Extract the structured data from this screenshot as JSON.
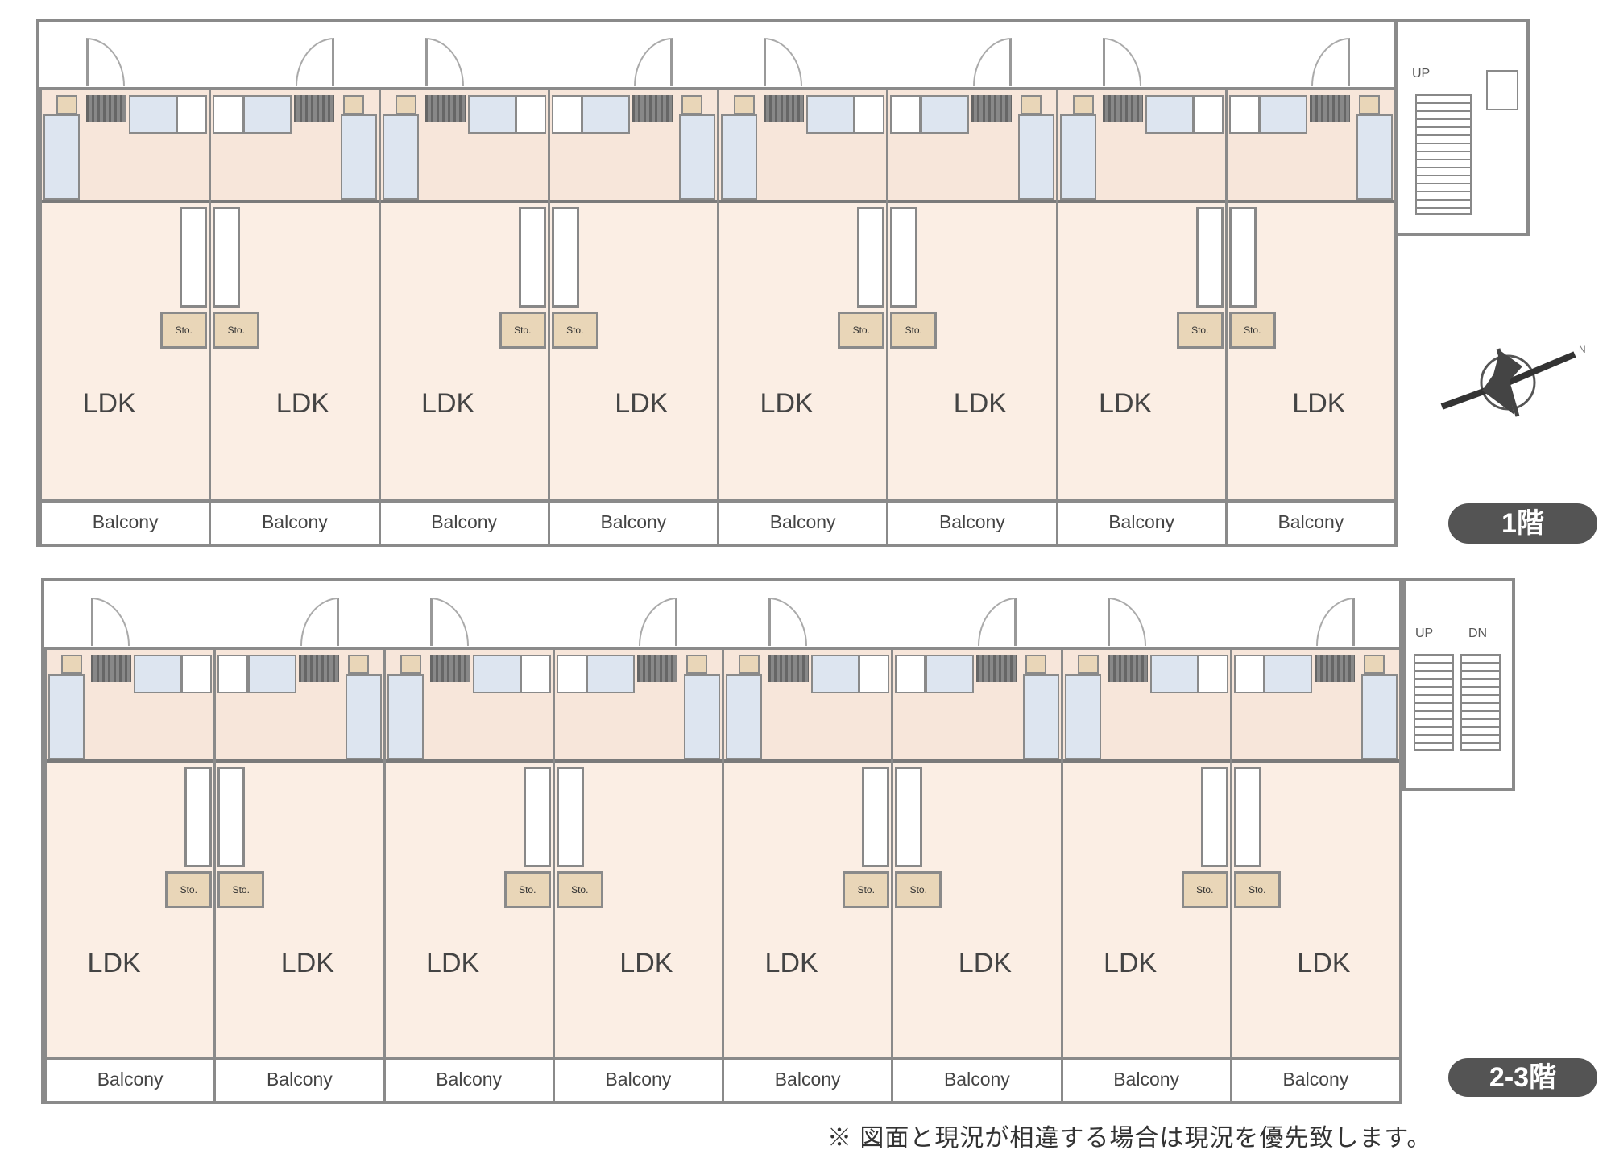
{
  "floors": [
    {
      "badge": "1階",
      "stair_labels": [
        "UP"
      ],
      "units": [
        {
          "room": "LDK",
          "storage": "Sto.",
          "balcony": "Balcony"
        },
        {
          "room": "LDK",
          "storage": "Sto.",
          "balcony": "Balcony"
        },
        {
          "room": "LDK",
          "storage": "Sto.",
          "balcony": "Balcony"
        },
        {
          "room": "LDK",
          "storage": "Sto.",
          "balcony": "Balcony"
        },
        {
          "room": "LDK",
          "storage": "Sto.",
          "balcony": "Balcony"
        },
        {
          "room": "LDK",
          "storage": "Sto.",
          "balcony": "Balcony"
        },
        {
          "room": "LDK",
          "storage": "Sto.",
          "balcony": "Balcony"
        },
        {
          "room": "LDK",
          "storage": "Sto.",
          "balcony": "Balcony"
        }
      ]
    },
    {
      "badge": "2-3階",
      "stair_labels": [
        "UP",
        "DN"
      ],
      "units": [
        {
          "room": "LDK",
          "storage": "Sto.",
          "balcony": "Balcony"
        },
        {
          "room": "LDK",
          "storage": "Sto.",
          "balcony": "Balcony"
        },
        {
          "room": "LDK",
          "storage": "Sto.",
          "balcony": "Balcony"
        },
        {
          "room": "LDK",
          "storage": "Sto.",
          "balcony": "Balcony"
        },
        {
          "room": "LDK",
          "storage": "Sto.",
          "balcony": "Balcony"
        },
        {
          "room": "LDK",
          "storage": "Sto.",
          "balcony": "Balcony"
        },
        {
          "room": "LDK",
          "storage": "Sto.",
          "balcony": "Balcony"
        },
        {
          "room": "LDK",
          "storage": "Sto.",
          "balcony": "Balcony"
        }
      ]
    }
  ],
  "compass": {
    "label": "N"
  },
  "note": "※ 図面と現況が相違する場合は現況を優先致します。",
  "colors": {
    "room": "#fbeee4",
    "bath": "#dde5f0",
    "storage": "#e9d6b8",
    "wall": "#8a8a8a",
    "badge": "#545454"
  }
}
